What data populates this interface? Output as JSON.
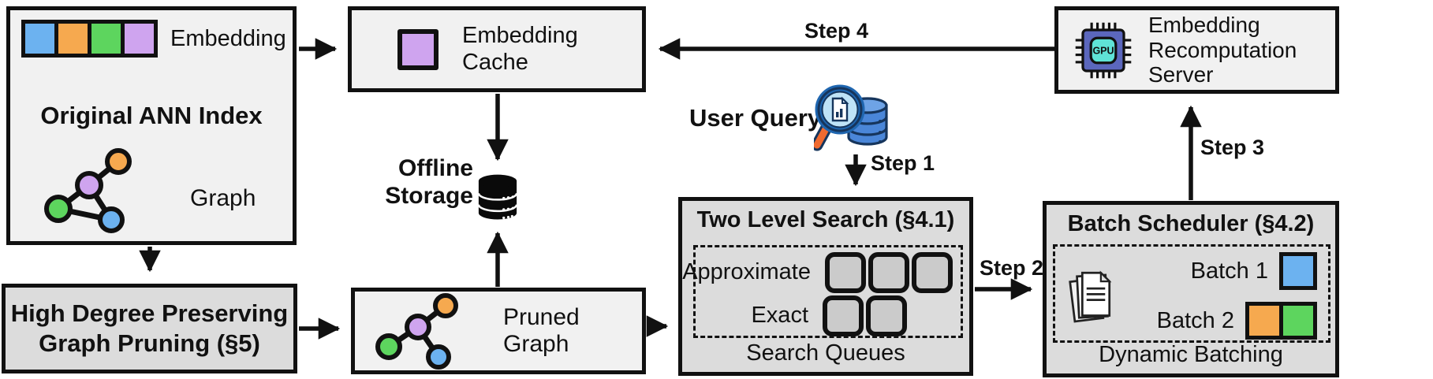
{
  "colors": {
    "box_light_bg": "#f1f1f1",
    "box_dark_bg": "#dcdcdc",
    "border": "#111111",
    "embedding_blue": "#6cb2f0",
    "embedding_orange": "#f6a94f",
    "embedding_green": "#5dd55e",
    "embedding_purple": "#cfa4ef",
    "queue_fill": "#cbcbcb",
    "gpu_chip_body": "#5b67bd",
    "gpu_chip_core": "#5fe3d6",
    "query_db_blue": "#4a86d8",
    "query_lens_blue": "#bfe3f7",
    "query_handle_orange": "#ef6a30"
  },
  "original_index": {
    "embedding_label": "Embedding",
    "title": "Original ANN Index",
    "graph_label": "Graph"
  },
  "embedding_cache": {
    "title": "Embedding Cache"
  },
  "recomputation_server": {
    "title": "Embedding Recomputation Server",
    "chip_text": "GPU"
  },
  "offline_storage": {
    "label": "Offline Storage"
  },
  "user_query": {
    "label": "User Query"
  },
  "steps": {
    "step1": "Step 1",
    "step2": "Step 2",
    "step3": "Step 3",
    "step4": "Step 4"
  },
  "two_level_search": {
    "title": "Two Level Search (§4.1)",
    "approximate_label": "Approximate",
    "approximate_queue_count": 3,
    "exact_label": "Exact",
    "exact_queue_count": 2,
    "footer": "Search Queues"
  },
  "batch_scheduler": {
    "title": "Batch Scheduler (§4.2)",
    "batches": [
      {
        "label": "Batch 1",
        "colors": [
          "blue"
        ]
      },
      {
        "label": "Batch 2",
        "colors": [
          "orange",
          "green"
        ]
      }
    ],
    "footer": "Dynamic Batching"
  },
  "graph_pruning": {
    "title": "High Degree Preserving Graph Pruning (§5)"
  },
  "pruned_graph": {
    "label": "Pruned Graph"
  }
}
